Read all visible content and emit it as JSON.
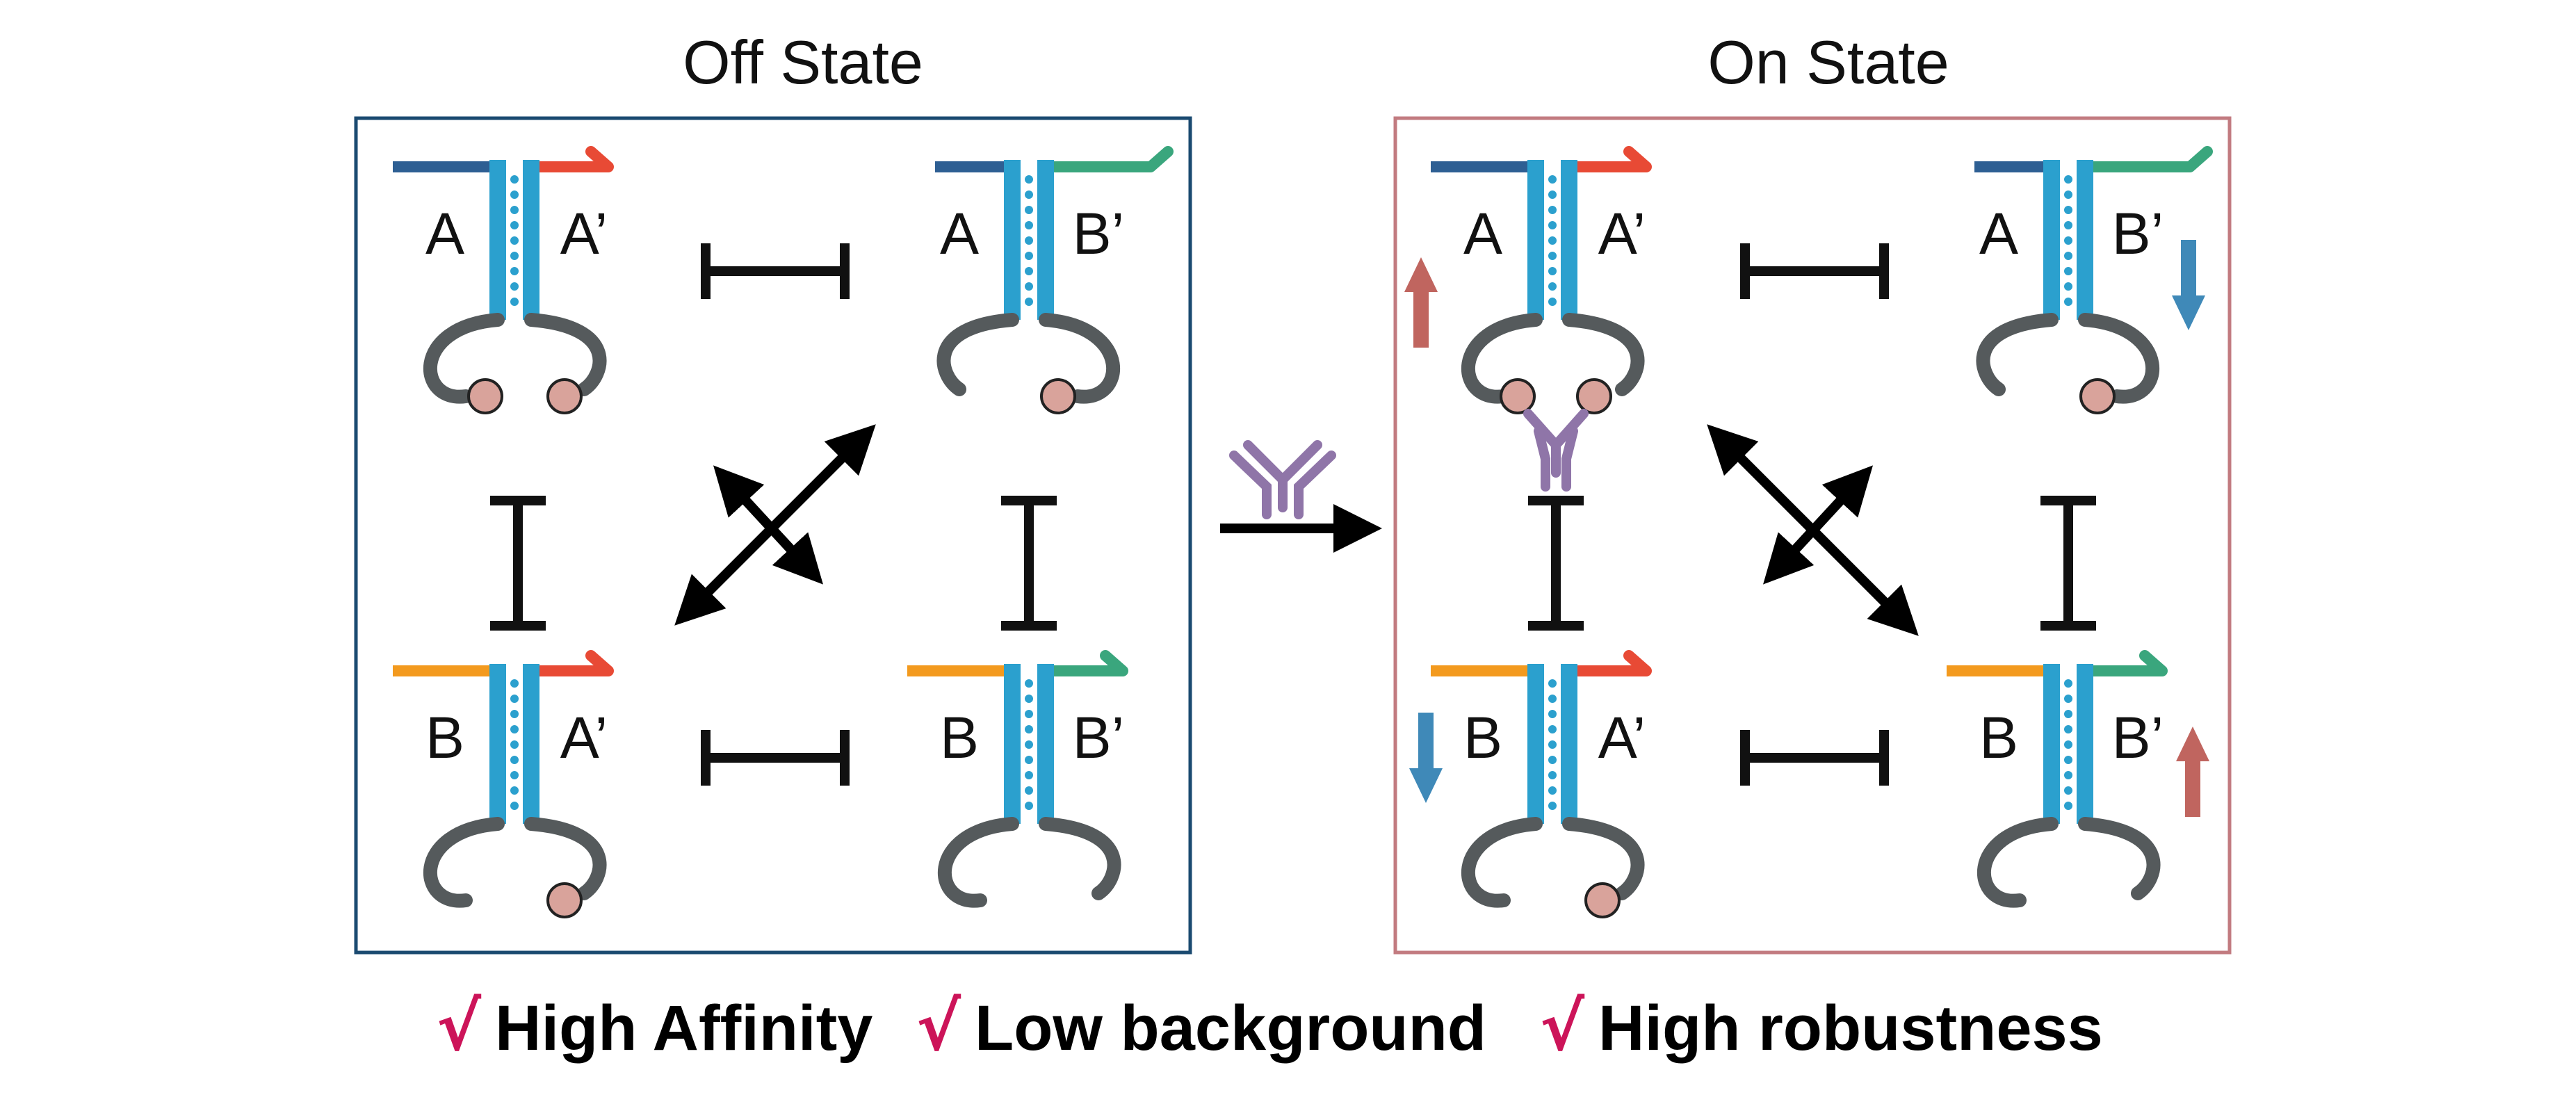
{
  "panels": {
    "off": {
      "title": "Off State",
      "frame_color": "#1a4a70"
    },
    "on": {
      "title": "On State",
      "frame_color": "#c27b80"
    }
  },
  "strands": {
    "A": "A",
    "A_prime": "A’",
    "B": "B",
    "B_prime": "B’"
  },
  "features": [
    {
      "check": "√",
      "label": "High Affinity"
    },
    {
      "check": "√",
      "label": "Low background"
    },
    {
      "check": "√",
      "label": "High robustness"
    }
  ],
  "colors": {
    "strand_A": "#2e5f93",
    "strand_A_prime": "#e84a35",
    "strand_B": "#f39a1e",
    "strand_B_prime": "#3aa67d",
    "stem": "#2ba0ce",
    "loop": "#555a5c",
    "bead_fill": "#d9a39b",
    "antibody": "#8f75a8",
    "arrow_up": "#c0655f",
    "arrow_down": "#3f89b8",
    "accent_check": "#cc1459"
  },
  "icons": {
    "antibody": "antibody-icon",
    "arrow_up": "up-arrow-icon",
    "arrow_down": "down-arrow-icon",
    "inhibition": "inhibition-bar-icon",
    "exchange": "double-arrow-icon"
  }
}
